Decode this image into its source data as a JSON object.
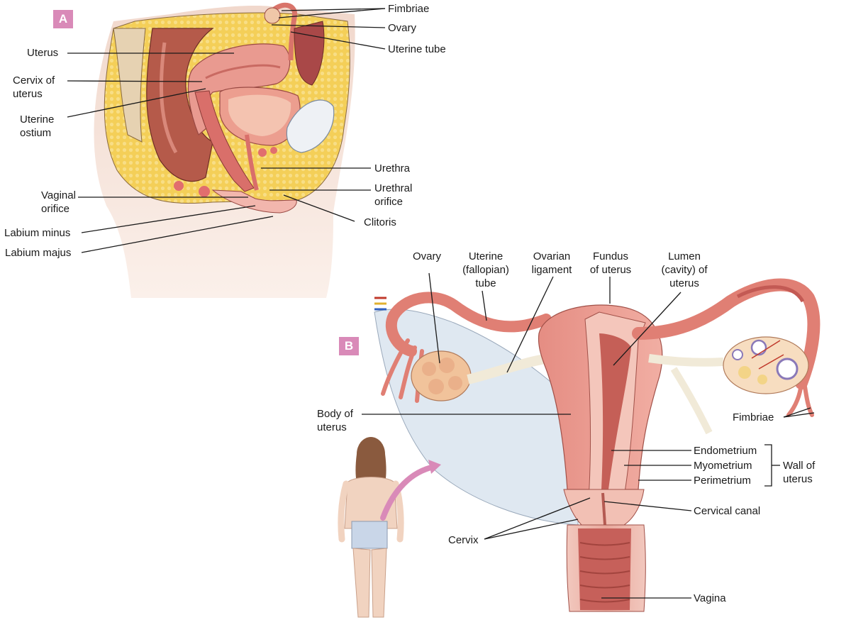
{
  "panels": {
    "a": "A",
    "b": "B"
  },
  "labels": {
    "a_fimbriae": "Fimbriae",
    "a_ovary": "Ovary",
    "a_uterine_tube": "Uterine tube",
    "uterus": "Uterus",
    "cervix_of_uterus": "Cervix of\nuterus",
    "uterine_ostium": "Uterine\nostium",
    "urethra": "Urethra",
    "urethral_orifice": "Urethral\norifice",
    "vaginal_orifice": "Vaginal\norifice",
    "clitoris": "Clitoris",
    "labium_minus": "Labium minus",
    "labium_majus": "Labium majus",
    "b_ovary": "Ovary",
    "b_uterine_tube": "Uterine\n(fallopian)\ntube",
    "ovarian_ligament": "Ovarian\nligament",
    "fundus": "Fundus\nof uterus",
    "lumen": "Lumen\n(cavity) of\nuterus",
    "body_of_uterus": "Body of\nuterus",
    "b_fimbriae": "Fimbriae",
    "endometrium": "Endometrium",
    "myometrium": "Myometrium",
    "perimetrium": "Perimetrium",
    "wall_of_uterus": "Wall of\nuterus",
    "cervical_canal": "Cervical canal",
    "cervix": "Cervix",
    "vagina": "Vagina"
  },
  "colors": {
    "badge": "#d98ab8",
    "skin": "#f3ddd3",
    "tissue_pink": "#e8948a",
    "tissue_dark": "#c9675f",
    "fat_yellow": "#f3cd55",
    "ligament_blue": "#d9e4ef",
    "arrow_pink": "#d98ab8"
  }
}
